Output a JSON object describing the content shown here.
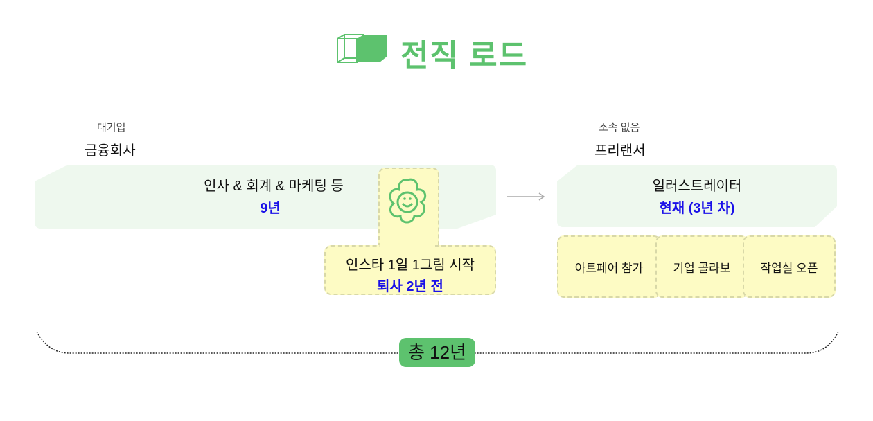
{
  "title": "전직 로드",
  "left": {
    "category": "대기업",
    "name": "금융회사",
    "role": "인사 & 회계 & 마케팅 등",
    "duration": "9년"
  },
  "milestone": {
    "label": "인스타 1일 1그림 시작",
    "when": "퇴사 2년 전"
  },
  "right": {
    "category": "소속 없음",
    "name": "프리랜서",
    "role": "일러스트레이터",
    "duration": "현재 (3년 차)",
    "activities": [
      "아트페어 참가",
      "기업 콜라보",
      "작업실 오픈"
    ]
  },
  "total": "총 12년",
  "colors": {
    "accent": "#5dc26e",
    "highlight": "#1a10e8",
    "note": "#fdfbc4",
    "panel": "#eef8ee"
  }
}
